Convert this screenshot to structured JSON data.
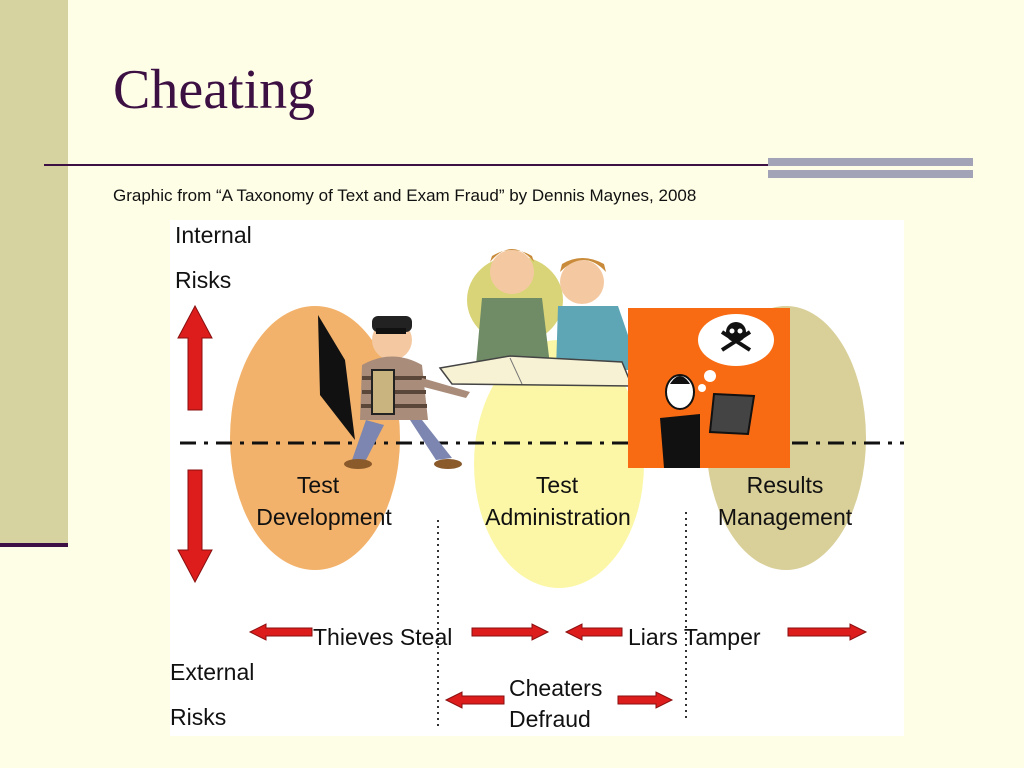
{
  "slide": {
    "title": "Cheating",
    "caption": "Graphic from “A Taxonomy of Text and Exam Fraud” by Dennis Maynes, 2008"
  },
  "diagram": {
    "internal_label_1": "Internal",
    "internal_label_2": "Risks",
    "external_label_1": "External",
    "external_label_2": "Risks",
    "stages": [
      {
        "line1": "Test",
        "line2": "Development",
        "color": "#f2b26b"
      },
      {
        "line1": "Test",
        "line2": "Administration",
        "color": "#fbf7a6"
      },
      {
        "line1": "Results",
        "line2": "Management",
        "color": "#d9cf99"
      }
    ],
    "actors": {
      "thieves": "Thieves Steal",
      "liars": "Liars Tamper",
      "cheaters_1": "Cheaters",
      "cheaters_2": "Defraud"
    },
    "colors": {
      "arrow_red": "#dd1c1c",
      "title_purple": "#3c1043",
      "orange_panel": "#f86b12"
    },
    "icons": [
      "thief-illustration",
      "proctors-illustration",
      "hacker-illustration",
      "skull-crossbones-icon"
    ]
  }
}
